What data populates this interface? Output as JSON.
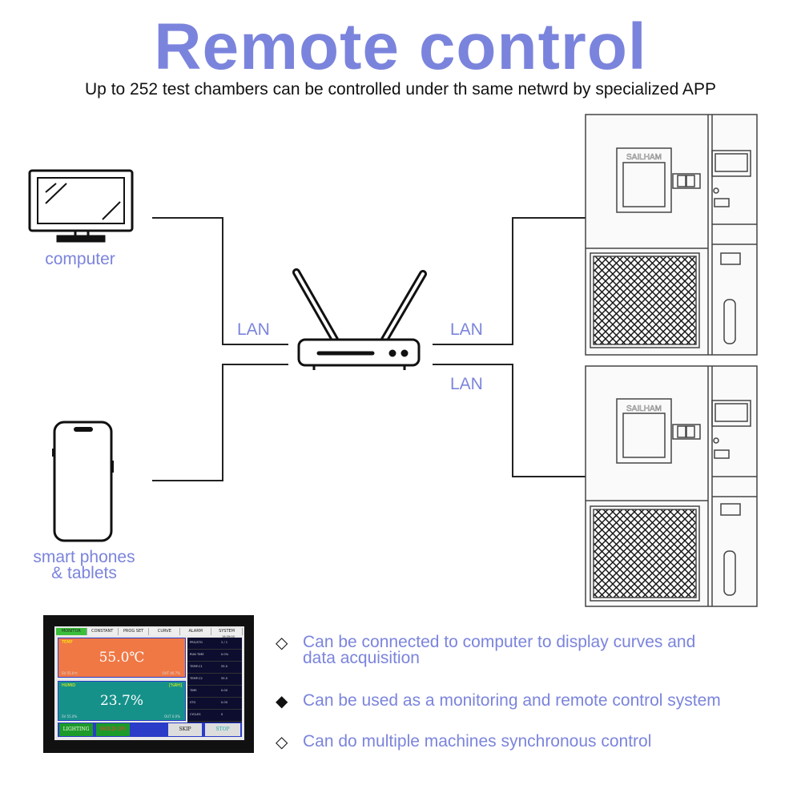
{
  "title": "Remote control",
  "subtitle": "Up to 252 test chambers can be controlled under th same netwrd by specialized APP",
  "devices": {
    "computer_label": "computer",
    "phone_label_line1": "smart phones",
    "phone_label_line2": "& tablets",
    "chamber_brand": "SAILHAM"
  },
  "links": {
    "lan_computer": "LAN",
    "lan_chamber_top": "LAN",
    "lan_chamber_bottom": "LAN"
  },
  "features": [
    {
      "bullet": "◇",
      "text_line1": "Can be connected to computer to display curves and",
      "text_line2": "data acquisition"
    },
    {
      "bullet": "◆",
      "text_line1": "Can be used as a monitoring and remote control system",
      "text_line2": ""
    },
    {
      "bullet": "◇",
      "text_line1": "Can do multiple machines synchronous control",
      "text_line2": ""
    }
  ],
  "panel": {
    "tabs": [
      "MONITOR",
      "CONSTANT",
      "PROG SET",
      "CURVE",
      "ALARM",
      "SYSTEM"
    ],
    "datetime_line1": "16:39:00",
    "datetime_line2": "2022-05-17",
    "temp_label": "TEMP",
    "temp_value": "55.0℃",
    "temp_sv": "SV 55.0℃",
    "temp_out": "OUT 46.7%",
    "humid_label": "HUMID",
    "humid_badge": "[%RH]",
    "humid_value": "23.7%",
    "humid_sv": "SV 55.0%",
    "humid_out": "OUT 0.0%",
    "side_rows": [
      [
        "PRG/STG",
        "2 / 1"
      ],
      [
        "RUN TIME",
        "0.0%"
      ],
      [
        "TEMP-C1",
        "55.0"
      ],
      [
        "TEMP-C2",
        "55.0"
      ],
      [
        "TIME",
        "0.00"
      ],
      [
        "STG",
        "0.00"
      ],
      [
        "CYCLES",
        "0"
      ]
    ],
    "btn_lighting": "LIGHTING",
    "btn_hold": "HOLD ON",
    "btn_skip": "SKIP",
    "btn_stop": "STOP"
  },
  "colors": {
    "accent": "#7b84dc",
    "temp_card": "#f07845",
    "humid_card": "#16918a"
  }
}
